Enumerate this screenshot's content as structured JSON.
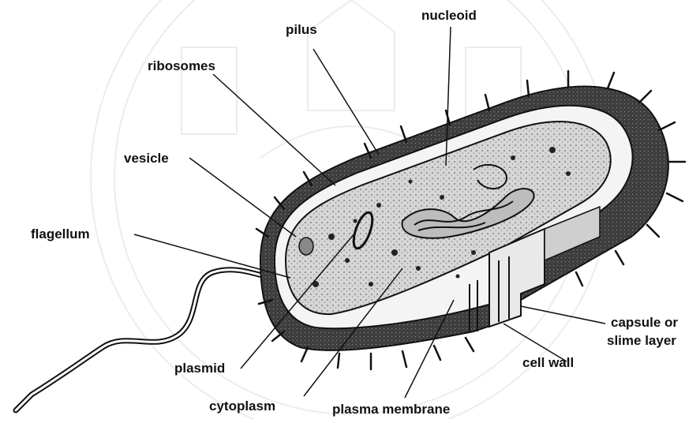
{
  "diagram": {
    "labels": {
      "pilus": "pilus",
      "nucleoid": "nucleoid",
      "ribosomes": "ribosomes",
      "vesicle": "vesicle",
      "flagellum": "flagellum",
      "capsule_line1": "capsule or",
      "capsule_line2": "slime layer",
      "cell_wall": "cell wall",
      "plasmid": "plasmid",
      "cytoplasm": "cytoplasm",
      "plasma_membrane": "plasma membrane"
    },
    "colors": {
      "ink": "#111111",
      "capsule": "#3a3a3a",
      "cytoplasm": "#c9c9c9",
      "membrane": "#f2f2f2",
      "watermark": "#d8d8d8"
    }
  }
}
